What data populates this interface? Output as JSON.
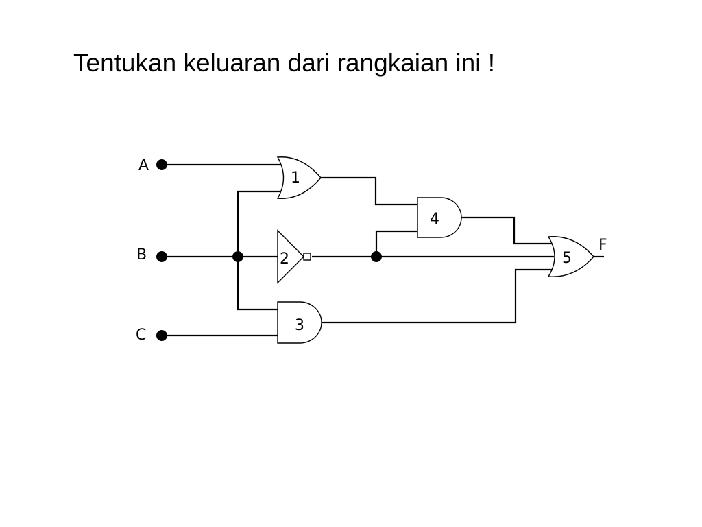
{
  "title": "Tentukan keluaran dari rangkaian ini !",
  "circuit": {
    "inputs": [
      {
        "label": "A"
      },
      {
        "label": "B"
      },
      {
        "label": "C"
      }
    ],
    "output": {
      "label": "F"
    },
    "gates": [
      {
        "label": "1",
        "type": "OR"
      },
      {
        "label": "2",
        "type": "NOT"
      },
      {
        "label": "3",
        "type": "AND"
      },
      {
        "label": "4",
        "type": "AND"
      },
      {
        "label": "5",
        "type": "OR"
      }
    ]
  }
}
